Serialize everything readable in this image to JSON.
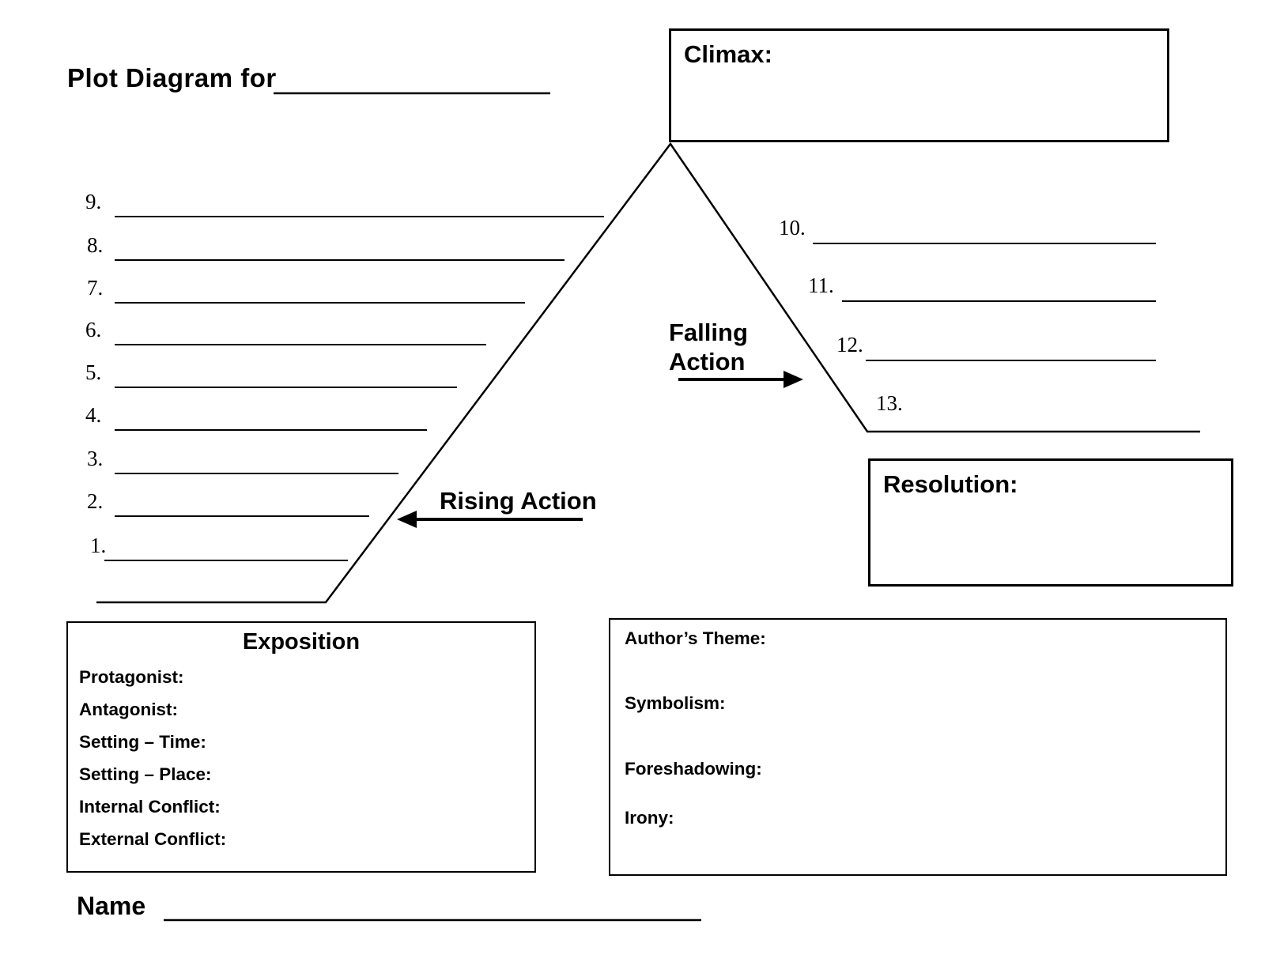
{
  "title": {
    "label": "Plot Diagram for"
  },
  "climax": {
    "label": "Climax:"
  },
  "resolution": {
    "label": "Resolution:"
  },
  "rising": {
    "label": "Rising Action",
    "numbers": [
      "1.",
      "2.",
      "3.",
      "4.",
      "5.",
      "6.",
      "7.",
      "8.",
      "9."
    ]
  },
  "falling": {
    "label": "Falling Action",
    "numbers": [
      "10.",
      "11.",
      "12.",
      "13."
    ]
  },
  "exposition": {
    "title": "Exposition",
    "fields": [
      "Protagonist:",
      "Antagonist:",
      "Setting – Time:",
      "Setting – Place:",
      "Internal Conflict:",
      "External Conflict:"
    ]
  },
  "theme_box": {
    "fields": [
      "Author’s Theme:",
      "Symbolism:",
      "Foreshadowing:",
      "Irony:"
    ]
  },
  "footer": {
    "name_label": "Name"
  },
  "colors": {
    "ink": "#000000",
    "paper": "#ffffff"
  }
}
